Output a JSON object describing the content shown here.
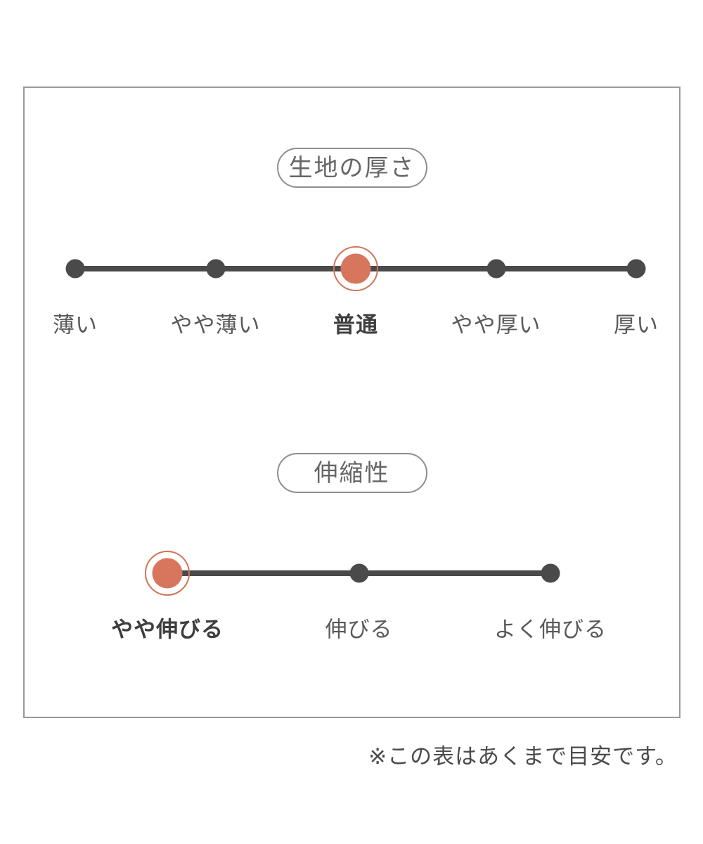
{
  "page": {
    "note": "※この表はあくまで目安です。"
  },
  "colors": {
    "accent": "#d8765d",
    "accent_ring": "#cf7457",
    "line": "#4a4a4a",
    "label_text": "#595959",
    "selected_label_text": "#3e3e3e",
    "title_text": "#666666",
    "border": "#999999"
  },
  "chart_data": [
    {
      "type": "scale",
      "title": "生地の厚さ",
      "categories": [
        "薄い",
        "やや薄い",
        "普通",
        "やや厚い",
        "厚い"
      ],
      "selected_index": 2,
      "selected_value": "普通",
      "legend_position": "none",
      "grid": false
    },
    {
      "type": "scale",
      "title": "伸縮性",
      "categories": [
        "やや伸びる",
        "伸びる",
        "よく伸びる"
      ],
      "selected_index": 0,
      "selected_value": "やや伸びる",
      "legend_position": "none",
      "grid": false
    }
  ]
}
